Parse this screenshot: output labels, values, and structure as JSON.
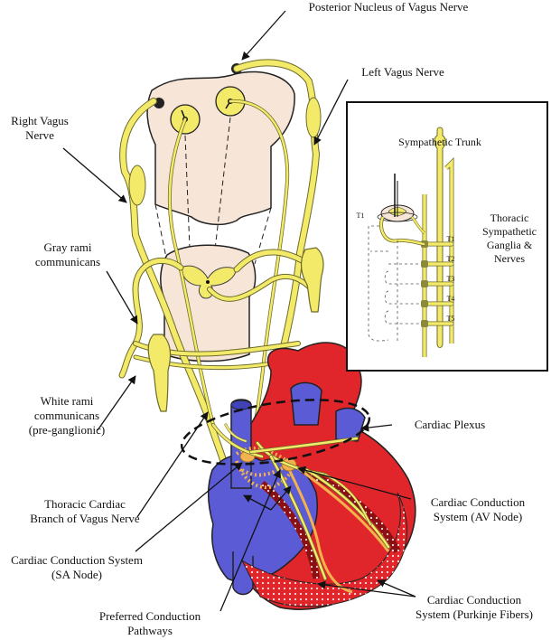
{
  "labels": {
    "posterior_nucleus": "Posterior Nucleus of Vagus Nerve",
    "left_vagus": "Left Vagus Nerve",
    "right_vagus": "Right Vagus\nNerve",
    "gray_rami": "Gray rami\ncommunicans",
    "white_rami": "White rami\ncommunicans\n(pre-ganglionic)",
    "thoracic_cardiac_branch": "Thoracic Cardiac\nBranch of Vagus Nerve",
    "sa_node": "Cardiac Conduction System\n(SA Node)",
    "preferred_pathways": "Preferred Conduction\nPathways",
    "cardiac_plexus": "Cardiac Plexus",
    "av_node": "Cardiac Conduction\nSystem (AV Node)",
    "purkinje": "Cardiac Conduction\nSystem (Purkinje Fibers)"
  },
  "inset": {
    "title": "Sympathetic Trunk",
    "ganglia_label": "Thoracic\nSympathetic\nGanglia &\nNerves",
    "t1_left": "T1",
    "levels": [
      "T1",
      "T2",
      "T3",
      "T4",
      "T5"
    ]
  },
  "colors": {
    "nerve_yellow": "#f4ea6a",
    "nerve_outline": "#6b6a2a",
    "spinal_cord_fill": "#f7e6d8",
    "heart_red": "#e0262b",
    "heart_blue": "#5b5bd6",
    "conduction_orange": "#f2b24d",
    "line": "#111111"
  }
}
